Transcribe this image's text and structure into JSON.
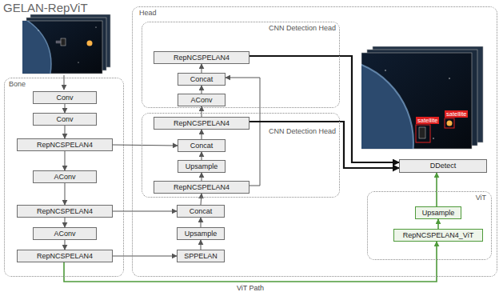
{
  "diagram": {
    "title": "GELAN-RepViT",
    "nodes": [
      {
        "text": [
          "Bone"
        ]
      },
      {
        "text": [
          "Conv"
        ],
        "in": 0
      },
      {
        "text": [
          "Conv"
        ],
        "in": 0
      },
      {
        "text": [
          "RepNCSPELAN4"
        ],
        "in": 0
      },
      {
        "text": [
          "AConv"
        ],
        "in": 0
      },
      {
        "text": [
          "RepNCSPELAN4"
        ],
        "in": 0
      },
      {
        "text": [
          "AConv"
        ],
        "in": 0
      },
      {
        "text": [
          "RepNCSPELAN4"
        ],
        "in": 0
      },
      {
        "text": [
          "Head"
        ]
      },
      {
        "text": [
          "CNN Detection Head"
        ],
        "in": 8
      },
      {
        "text": [
          "RepNCSPELAN4"
        ],
        "in": 9
      },
      {
        "text": [
          "Concat"
        ],
        "in": 9
      },
      {
        "text": [
          "AConv"
        ],
        "in": 9
      },
      {
        "text": [
          "CNN Detection Head"
        ],
        "in": 8
      },
      {
        "text": [
          "RepNCSPELAN4"
        ],
        "in": 13
      },
      {
        "text": [
          "Concat"
        ],
        "in": 13
      },
      {
        "text": [
          "Upsample"
        ],
        "in": 13
      },
      {
        "text": [
          "RepNCSPELAN4"
        ],
        "in": 13
      },
      {
        "text": [
          "Concat"
        ],
        "in": 8
      },
      {
        "text": [
          "Upsample"
        ],
        "in": 8
      },
      {
        "text": [
          "SPPELAN"
        ],
        "in": 8
      },
      {
        "text": [
          "ViT"
        ],
        "in": 8
      },
      {
        "text": [
          "Upsample"
        ],
        "in": 21
      },
      {
        "text": [
          "RepNCSPELAN4_ViT"
        ],
        "in": 21
      },
      {
        "text": [
          "DDetect"
        ],
        "in": 8
      }
    ],
    "edges": [
      {
        "from": 1,
        "to": 2,
        "arrow": "to"
      },
      {
        "from": 2,
        "to": 3,
        "arrow": "to"
      },
      {
        "from": 3,
        "to": 4,
        "arrow": "to"
      },
      {
        "from": 4,
        "to": 5,
        "arrow": "to"
      },
      {
        "from": 5,
        "to": 6,
        "arrow": "to"
      },
      {
        "from": 6,
        "to": 7,
        "arrow": "to"
      },
      {
        "from": 3,
        "to": 15,
        "arrow": "to"
      },
      {
        "from": 5,
        "to": 18,
        "arrow": "to"
      },
      {
        "from": 7,
        "to": 20,
        "arrow": "to"
      },
      {
        "from": 20,
        "to": 19,
        "arrow": "to"
      },
      {
        "from": 19,
        "to": 18,
        "arrow": "to"
      },
      {
        "from": 18,
        "to": 17,
        "arrow": "to"
      },
      {
        "from": 17,
        "to": 16,
        "arrow": "to"
      },
      {
        "from": 16,
        "to": 15,
        "arrow": "to"
      },
      {
        "from": 15,
        "to": 14,
        "arrow": "to"
      },
      {
        "from": 14,
        "to": 12,
        "arrow": "to"
      },
      {
        "from": 12,
        "to": 11,
        "arrow": "to"
      },
      {
        "from": 11,
        "to": 10,
        "arrow": "to"
      },
      {
        "from": 17,
        "to": 11,
        "arrow": "to"
      },
      {
        "from": 10,
        "to": 24,
        "arrow": "to"
      },
      {
        "from": 14,
        "to": 24,
        "arrow": "to"
      },
      {
        "from": 23,
        "to": 22,
        "arrow": "to"
      },
      {
        "from": 22,
        "to": 24,
        "arrow": "to"
      },
      {
        "from": 7,
        "to": 23,
        "label": "ViT Path",
        "arrow": "to"
      }
    ],
    "labels": [
      "satellite",
      "satellite"
    ]
  }
}
